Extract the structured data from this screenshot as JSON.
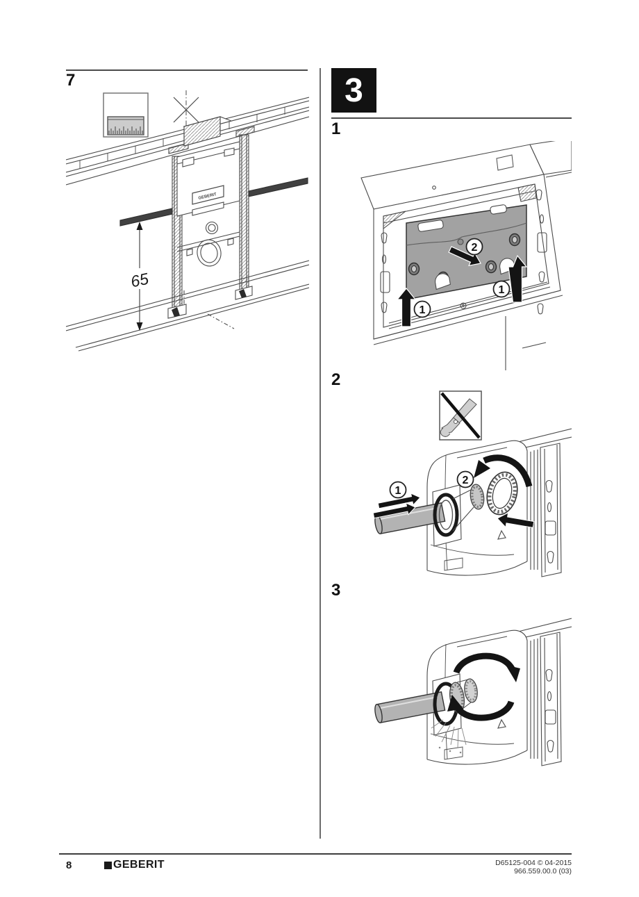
{
  "page": {
    "background": "#ffffff",
    "ink": "#4a4a4a",
    "arrow_black": "#141414",
    "panel_gray": "#a2a2a2",
    "pipe_gray": "#b3b3b3",
    "rail_dark": "#414141"
  },
  "left_column": {
    "step7": {
      "label": "7"
    },
    "figure7": {
      "description": "frame element mounted between wall rails",
      "dimension_label": "65",
      "brand_label": "GEBERIT",
      "icons": [
        "ruler-icon",
        "cut-to-length-x-mark"
      ]
    }
  },
  "right_column": {
    "section_badge": "3",
    "step1": {
      "label": "1",
      "callouts": [
        "1",
        "1",
        "2"
      ]
    },
    "step2": {
      "label": "2",
      "callouts": [
        "1",
        "2"
      ],
      "warning_icon": "no-pipe-wrench-icon"
    },
    "step3": {
      "label": "3"
    }
  },
  "footer": {
    "page_number": "8",
    "logo_text": "GEBERIT",
    "doc_line1": "D65125-004 © 04-2015",
    "doc_line2": "966.559.00.0 (03)"
  }
}
